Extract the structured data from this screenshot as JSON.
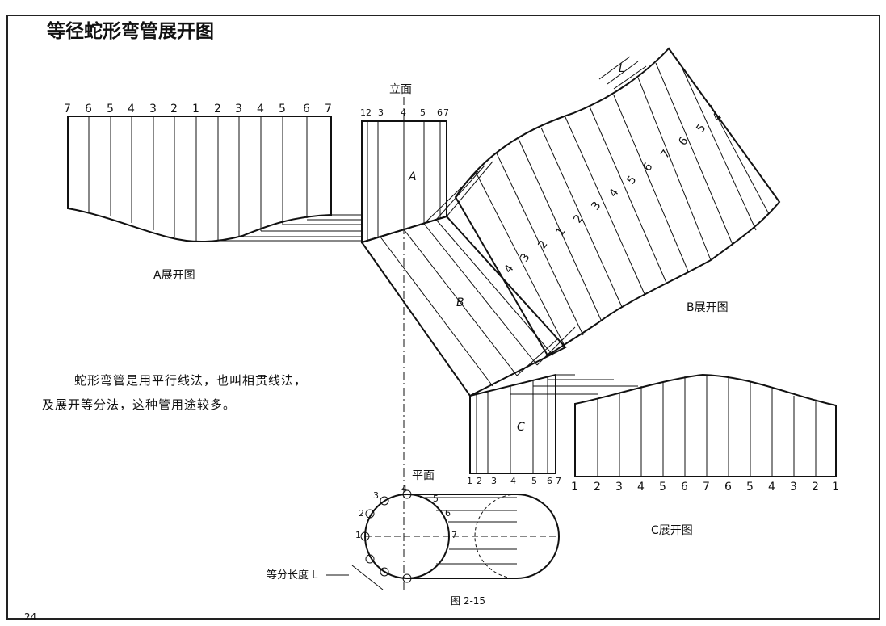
{
  "title": "等径蛇形弯管展开图",
  "labels": {
    "elevation": "立面",
    "plan": "平面",
    "a_dev": "A展开图",
    "b_dev": "B展开图",
    "c_dev": "C展开图",
    "a": "A",
    "b": "B",
    "c": "C",
    "l": "L",
    "equal_len": "等分长度 L",
    "figure": "图 2-15",
    "page": "24"
  },
  "description": {
    "line1": "蛇形弯管是用平行线法，也叫相贯线法，",
    "line2": "及展开等分法，这种管用途较多。"
  },
  "a_dev_numbers": [
    "7",
    "6",
    "5",
    "4",
    "3",
    "2",
    "1",
    "2",
    "3",
    "4",
    "5",
    "6",
    "7"
  ],
  "a_elev_numbers": [
    "1",
    "2",
    "3",
    "4",
    "5",
    "6",
    "7"
  ],
  "b_dev_numbers": [
    "4",
    "3",
    "2",
    "1",
    "2",
    "3",
    "4",
    "5",
    "6",
    "7",
    "6",
    "5",
    "4"
  ],
  "c_plan_numbers": [
    "1",
    "2",
    "3",
    "4",
    "5",
    "6",
    "7"
  ],
  "c_dev_numbers": [
    "1",
    "2",
    "3",
    "4",
    "5",
    "6",
    "7",
    "6",
    "5",
    "4",
    "3",
    "2",
    "1"
  ],
  "circle_numbers": [
    "1",
    "2",
    "3",
    "4",
    "5",
    "6",
    "7"
  ]
}
